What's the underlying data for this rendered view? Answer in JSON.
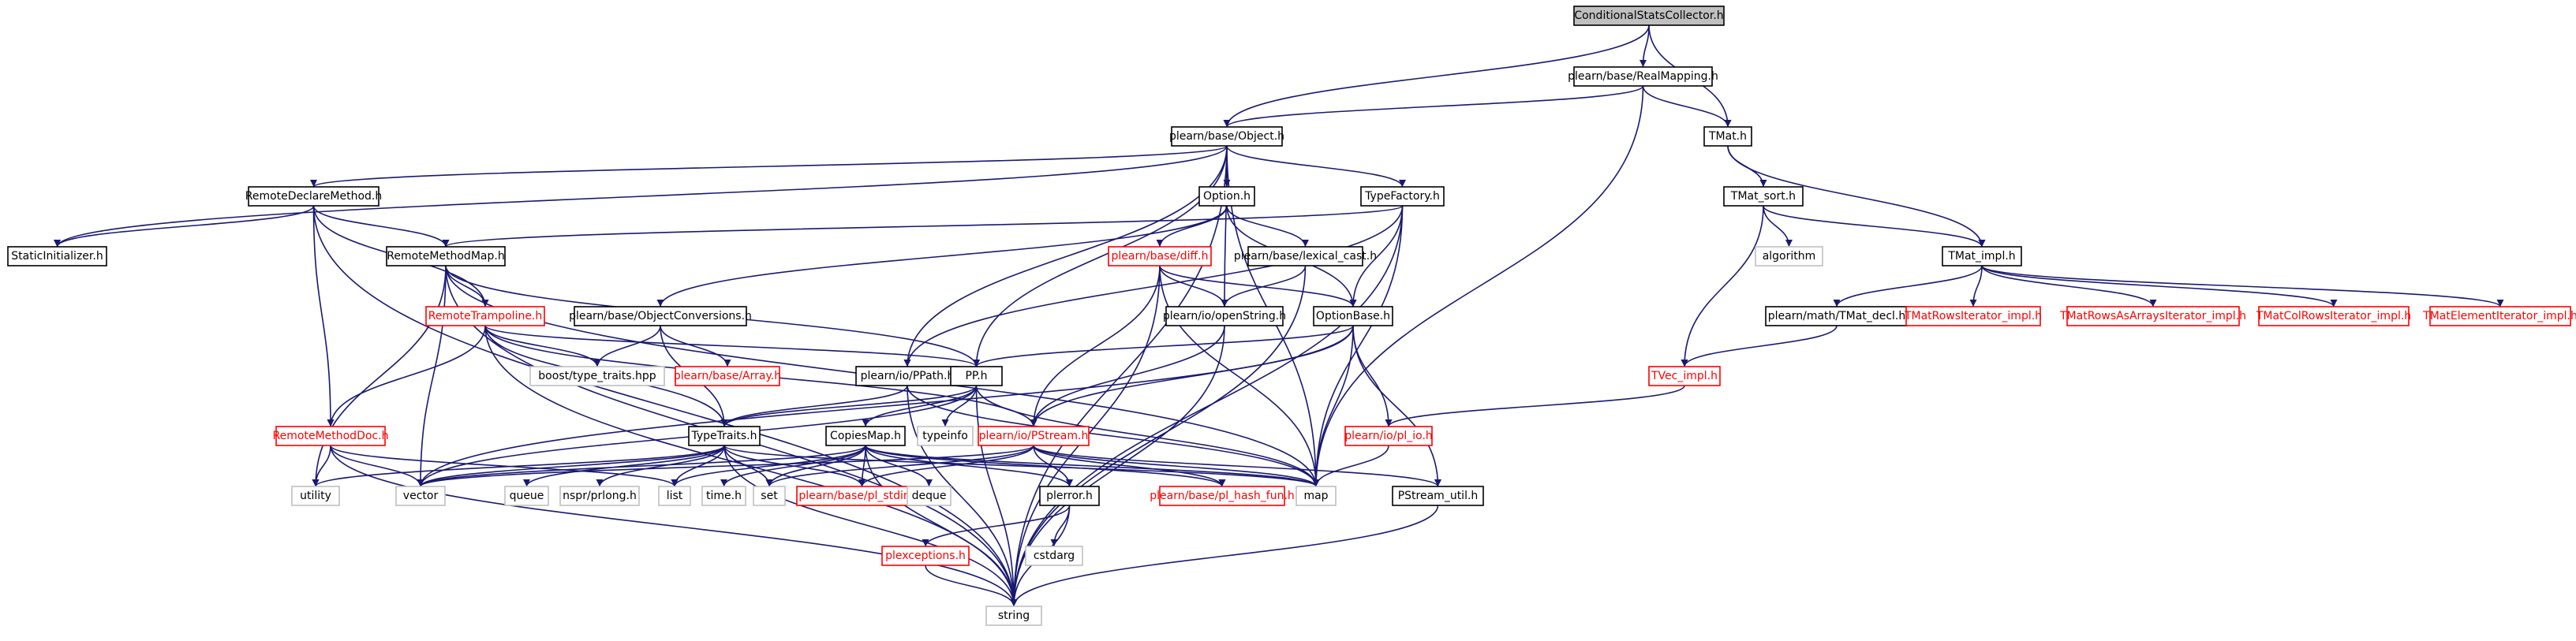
{
  "colors": {
    "edge": "#191970",
    "node_border_normal": "#000000",
    "node_border_truncated": "#ff0000",
    "node_border_external": "#bfbfbf",
    "root_fill": "#bfbfbf",
    "text_normal": "#000000",
    "text_truncated": "#ff0000",
    "text_external": "#000000"
  },
  "nodes": {
    "root": {
      "label": "ConditionalStatsCollector.h",
      "kind": "root"
    },
    "realmapping": {
      "label": "plearn/base/RealMapping.h",
      "kind": "normal"
    },
    "object": {
      "label": "plearn/base/Object.h",
      "kind": "normal"
    },
    "tmat": {
      "label": "TMat.h",
      "kind": "normal"
    },
    "remotedeclare": {
      "label": "RemoteDeclareMethod.h",
      "kind": "normal"
    },
    "option": {
      "label": "Option.h",
      "kind": "normal"
    },
    "typefactory": {
      "label": "TypeFactory.h",
      "kind": "normal"
    },
    "tmatsort": {
      "label": "TMat_sort.h",
      "kind": "normal"
    },
    "staticinit": {
      "label": "StaticInitializer.h",
      "kind": "normal"
    },
    "remotemethodmap": {
      "label": "RemoteMethodMap.h",
      "kind": "normal"
    },
    "diff": {
      "label": "plearn/base/diff.h",
      "kind": "truncated"
    },
    "lexicalcast": {
      "label": "plearn/base/lexical_cast.h",
      "kind": "normal"
    },
    "algorithm": {
      "label": "algorithm",
      "kind": "external"
    },
    "tmatimpl": {
      "label": "TMat_impl.h",
      "kind": "normal"
    },
    "remotetrampoline": {
      "label": "RemoteTrampoline.h",
      "kind": "truncated"
    },
    "objectconversions": {
      "label": "plearn/base/ObjectConversions.h",
      "kind": "normal"
    },
    "openstring": {
      "label": "plearn/io/openString.h",
      "kind": "normal"
    },
    "optionbase": {
      "label": "OptionBase.h",
      "kind": "normal"
    },
    "tmatdecl": {
      "label": "plearn/math/TMat_decl.h",
      "kind": "normal"
    },
    "rowsiter": {
      "label": "TMatRowsIterator_impl.h",
      "kind": "truncated"
    },
    "rowsasarrays": {
      "label": "TMatRowsAsArraysIterator_impl.h",
      "kind": "truncated"
    },
    "colrows": {
      "label": "TMatColRowsIterator_impl.h",
      "kind": "truncated"
    },
    "elemiter": {
      "label": "TMatElementIterator_impl.h",
      "kind": "truncated"
    },
    "boosttypetraits": {
      "label": "boost/type_traits.hpp",
      "kind": "external"
    },
    "array": {
      "label": "plearn/base/Array.h",
      "kind": "truncated"
    },
    "ppath": {
      "label": "plearn/io/PPath.h",
      "kind": "normal"
    },
    "pph": {
      "label": "PP.h",
      "kind": "normal"
    },
    "tvecimpl": {
      "label": "TVec_impl.h",
      "kind": "truncated"
    },
    "remotemethoddoc": {
      "label": "RemoteMethodDoc.h",
      "kind": "truncated"
    },
    "typeinfo": {
      "label": "typeinfo",
      "kind": "external"
    },
    "pstream": {
      "label": "plearn/io/PStream.h",
      "kind": "truncated"
    },
    "plio": {
      "label": "plearn/io/pl_io.h",
      "kind": "truncated"
    },
    "typetraits": {
      "label": "TypeTraits.h",
      "kind": "normal"
    },
    "copiesmap": {
      "label": "CopiesMap.h",
      "kind": "normal"
    },
    "utility": {
      "label": "utility",
      "kind": "external"
    },
    "vector": {
      "label": "vector",
      "kind": "external"
    },
    "queue": {
      "label": "queue",
      "kind": "external"
    },
    "nsprprlong": {
      "label": "nspr/prlong.h",
      "kind": "external"
    },
    "list": {
      "label": "list",
      "kind": "external"
    },
    "timeh": {
      "label": "time.h",
      "kind": "external"
    },
    "set": {
      "label": "set",
      "kind": "external"
    },
    "plstdint": {
      "label": "plearn/base/pl_stdint.h",
      "kind": "truncated"
    },
    "deque": {
      "label": "deque",
      "kind": "external"
    },
    "plerror": {
      "label": "plerror.h",
      "kind": "normal"
    },
    "plhashfun": {
      "label": "plearn/base/pl_hash_fun.h",
      "kind": "truncated"
    },
    "map": {
      "label": "map",
      "kind": "external"
    },
    "pstreamutil": {
      "label": "PStream_util.h",
      "kind": "normal"
    },
    "cstdarg": {
      "label": "cstdarg",
      "kind": "external"
    },
    "plexceptions": {
      "label": "plexceptions.h",
      "kind": "truncated"
    },
    "string": {
      "label": "string",
      "kind": "external"
    }
  },
  "edges": [
    [
      "root",
      "realmapping"
    ],
    [
      "root",
      "object"
    ],
    [
      "root",
      "tmat"
    ],
    [
      "realmapping",
      "object"
    ],
    [
      "realmapping",
      "tmat"
    ],
    [
      "realmapping",
      "map"
    ],
    [
      "object",
      "remotedeclare"
    ],
    [
      "object",
      "option"
    ],
    [
      "object",
      "typefactory"
    ],
    [
      "object",
      "staticinit"
    ],
    [
      "object",
      "ppath"
    ],
    [
      "object",
      "pph"
    ],
    [
      "object",
      "openstring"
    ],
    [
      "object",
      "map"
    ],
    [
      "object",
      "string"
    ],
    [
      "tmat",
      "tmatsort"
    ],
    [
      "tmat",
      "tmatimpl"
    ],
    [
      "tmatsort",
      "algorithm"
    ],
    [
      "tmatsort",
      "tmatimpl"
    ],
    [
      "tmatsort",
      "tvecimpl"
    ],
    [
      "tmatimpl",
      "tmatdecl"
    ],
    [
      "tmatimpl",
      "rowsiter"
    ],
    [
      "tmatimpl",
      "rowsasarrays"
    ],
    [
      "tmatimpl",
      "colrows"
    ],
    [
      "tmatimpl",
      "elemiter"
    ],
    [
      "tmatdecl",
      "tvecimpl"
    ],
    [
      "tvecimpl",
      "plio"
    ],
    [
      "remotedeclare",
      "staticinit"
    ],
    [
      "remotedeclare",
      "remotemethodmap"
    ],
    [
      "remotedeclare",
      "remotetrampoline"
    ],
    [
      "remotedeclare",
      "remotemethoddoc"
    ],
    [
      "remotedeclare",
      "string"
    ],
    [
      "option",
      "diff"
    ],
    [
      "option",
      "lexicalcast"
    ],
    [
      "option",
      "optionbase"
    ],
    [
      "option",
      "objectconversions"
    ],
    [
      "typefactory",
      "remotemethodmap"
    ],
    [
      "typefactory",
      "optionbase"
    ],
    [
      "typefactory",
      "ppath"
    ],
    [
      "typefactory",
      "map"
    ],
    [
      "typefactory",
      "string"
    ],
    [
      "remotemethodmap",
      "remotetrampoline"
    ],
    [
      "remotemethodmap",
      "pph"
    ],
    [
      "remotemethodmap",
      "map"
    ],
    [
      "remotemethodmap",
      "vector"
    ],
    [
      "remotemethodmap",
      "utility"
    ],
    [
      "remotemethodmap",
      "string"
    ],
    [
      "diff",
      "openstring"
    ],
    [
      "diff",
      "optionbase"
    ],
    [
      "diff",
      "pstream"
    ],
    [
      "diff",
      "map"
    ],
    [
      "diff",
      "string"
    ],
    [
      "lexicalcast",
      "openstring"
    ],
    [
      "lexicalcast",
      "string"
    ],
    [
      "objectconversions",
      "boosttypetraits"
    ],
    [
      "objectconversions",
      "array"
    ],
    [
      "objectconversions",
      "typetraits"
    ],
    [
      "remotetrampoline",
      "boosttypetraits"
    ],
    [
      "remotetrampoline",
      "pph"
    ],
    [
      "remotetrampoline",
      "remotemethoddoc"
    ],
    [
      "remotetrampoline",
      "typetraits"
    ],
    [
      "remotetrampoline",
      "pstream"
    ],
    [
      "remotetrampoline",
      "string"
    ],
    [
      "openstring",
      "pstream"
    ],
    [
      "openstring",
      "string"
    ],
    [
      "optionbase",
      "pph"
    ],
    [
      "optionbase",
      "pstream"
    ],
    [
      "optionbase",
      "plio"
    ],
    [
      "optionbase",
      "pstreamutil"
    ],
    [
      "optionbase",
      "map"
    ],
    [
      "optionbase",
      "vector"
    ],
    [
      "ppath",
      "typetraits"
    ],
    [
      "ppath",
      "map"
    ],
    [
      "ppath",
      "string"
    ],
    [
      "pph",
      "typetraits"
    ],
    [
      "pph",
      "copiesmap"
    ],
    [
      "pph",
      "typeinfo"
    ],
    [
      "pph",
      "map"
    ],
    [
      "pph",
      "vector"
    ],
    [
      "pph",
      "string"
    ],
    [
      "remotemethoddoc",
      "utility"
    ],
    [
      "remotemethoddoc",
      "vector"
    ],
    [
      "remotemethoddoc",
      "list"
    ],
    [
      "remotemethoddoc",
      "string"
    ],
    [
      "plio",
      "map"
    ],
    [
      "pstream",
      "plerror"
    ],
    [
      "pstream",
      "plstdint"
    ],
    [
      "pstream",
      "plhashfun"
    ],
    [
      "pstream",
      "map"
    ],
    [
      "pstream",
      "set"
    ],
    [
      "pstream",
      "pstreamutil"
    ],
    [
      "pstream",
      "vector"
    ],
    [
      "typetraits",
      "utility"
    ],
    [
      "typetraits",
      "vector"
    ],
    [
      "typetraits",
      "queue"
    ],
    [
      "typetraits",
      "nsprprlong"
    ],
    [
      "typetraits",
      "list"
    ],
    [
      "typetraits",
      "set"
    ],
    [
      "typetraits",
      "map"
    ],
    [
      "typetraits",
      "plstdint"
    ],
    [
      "typetraits",
      "string"
    ],
    [
      "copiesmap",
      "vector"
    ],
    [
      "copiesmap",
      "list"
    ],
    [
      "copiesmap",
      "timeh"
    ],
    [
      "copiesmap",
      "set"
    ],
    [
      "copiesmap",
      "plstdint"
    ],
    [
      "copiesmap",
      "deque"
    ],
    [
      "copiesmap",
      "plerror"
    ],
    [
      "copiesmap",
      "plhashfun"
    ],
    [
      "copiesmap",
      "map"
    ],
    [
      "copiesmap",
      "string"
    ],
    [
      "plerror",
      "cstdarg"
    ],
    [
      "plerror",
      "plexceptions"
    ],
    [
      "plerror",
      "string"
    ],
    [
      "plexceptions",
      "string"
    ],
    [
      "pstreamutil",
      "string"
    ]
  ]
}
